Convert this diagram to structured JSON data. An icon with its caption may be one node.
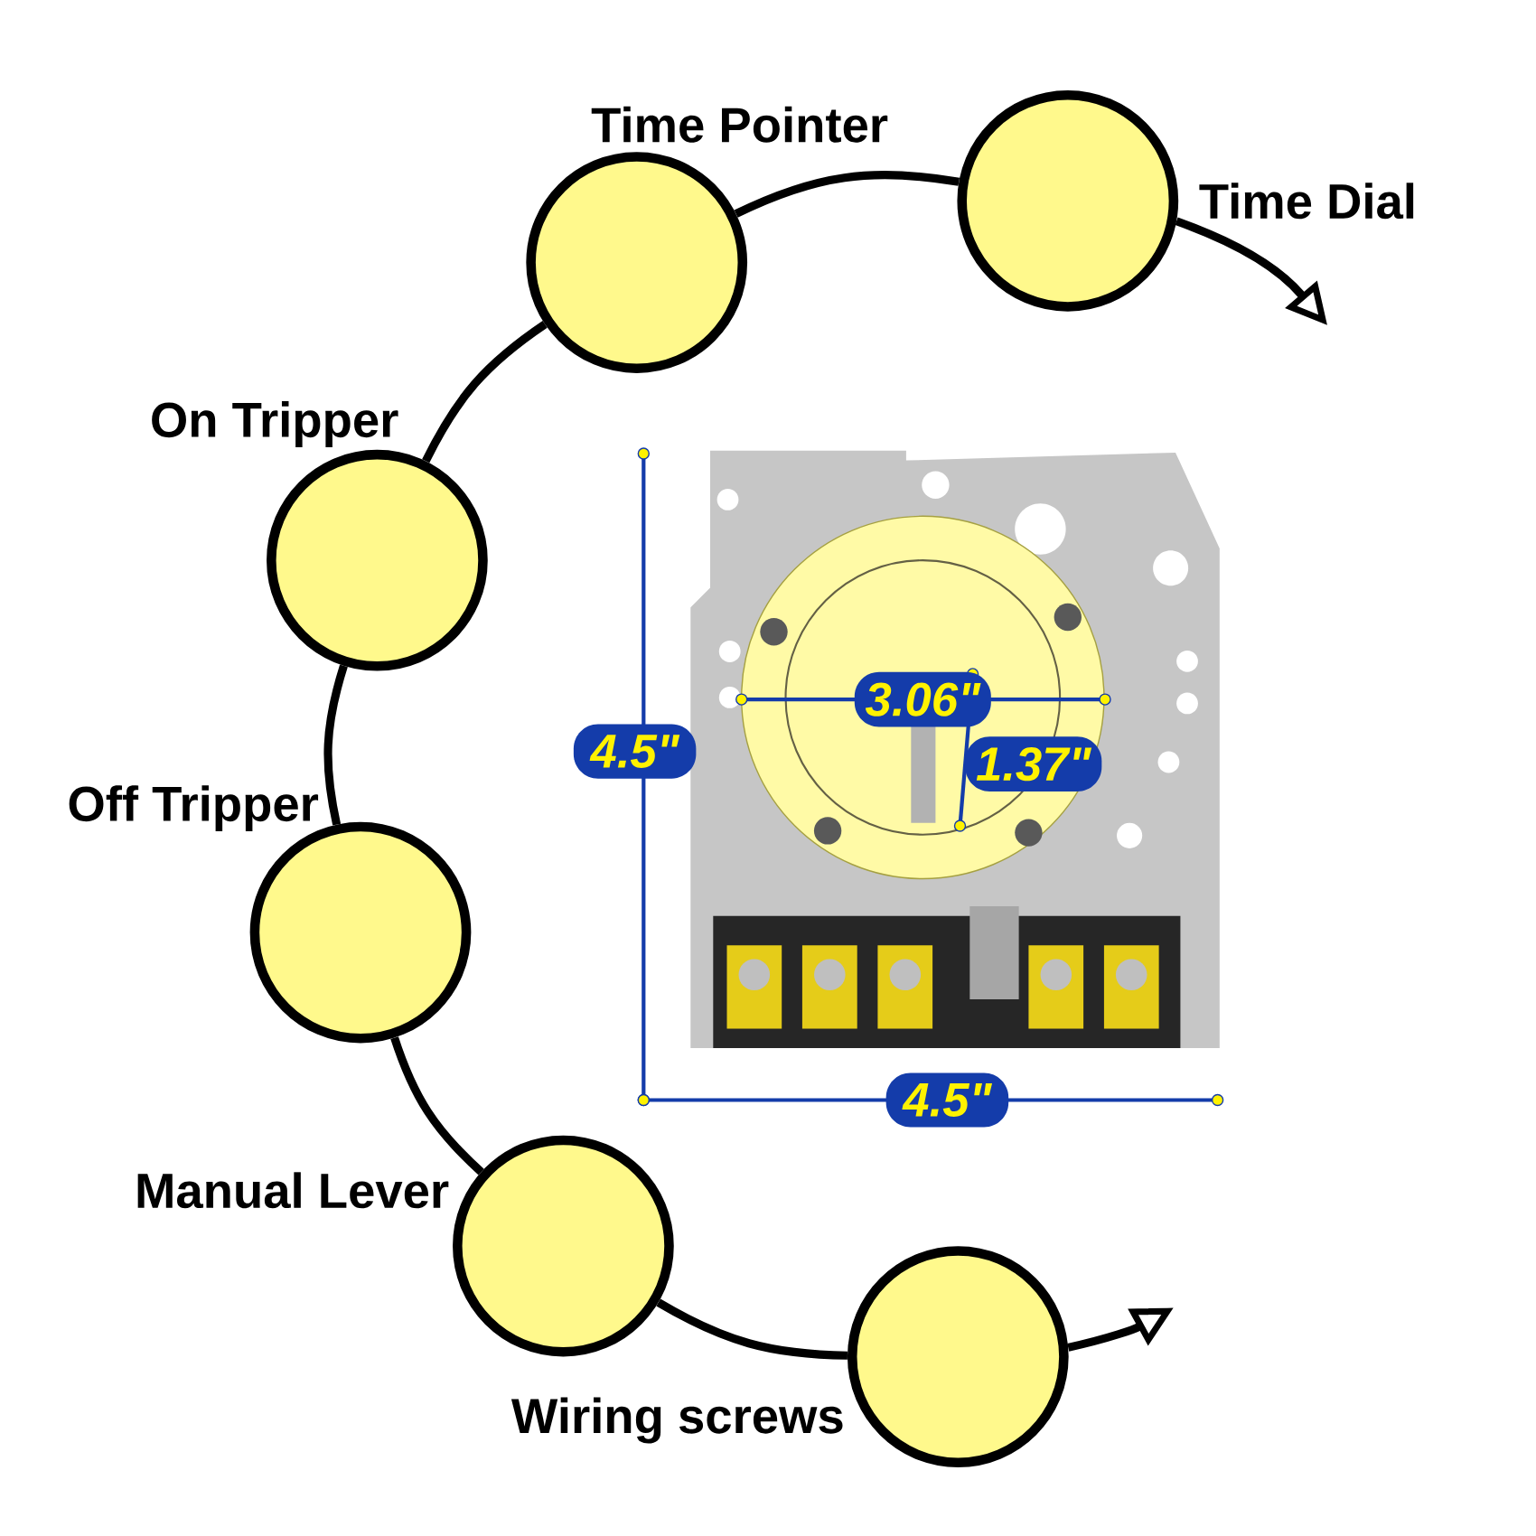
{
  "diagram": {
    "nodes": [
      {
        "text": [
          "Time Pointer"
        ]
      },
      {
        "text": [
          "Time Dial"
        ]
      },
      {
        "text": [
          "On Tripper"
        ]
      },
      {
        "text": [
          "Off Tripper"
        ]
      },
      {
        "text": [
          "Manual Lever"
        ]
      },
      {
        "text": [
          "Wiring screws"
        ]
      }
    ],
    "edges": [
      {
        "from": 0,
        "to": 1,
        "arrow": "none"
      },
      {
        "from": 0,
        "to": 2,
        "arrow": "none"
      },
      {
        "from": 2,
        "to": 3,
        "arrow": "none"
      },
      {
        "from": 3,
        "to": 4,
        "arrow": "none"
      },
      {
        "from": 4,
        "to": 5,
        "arrow": "none"
      },
      {
        "from": 1,
        "to": null,
        "arrow": "to"
      },
      {
        "from": 5,
        "to": null,
        "arrow": "to"
      }
    ],
    "labels": [
      "3.06\"",
      "4.5\"",
      "1.37\"",
      "4.5\""
    ]
  }
}
